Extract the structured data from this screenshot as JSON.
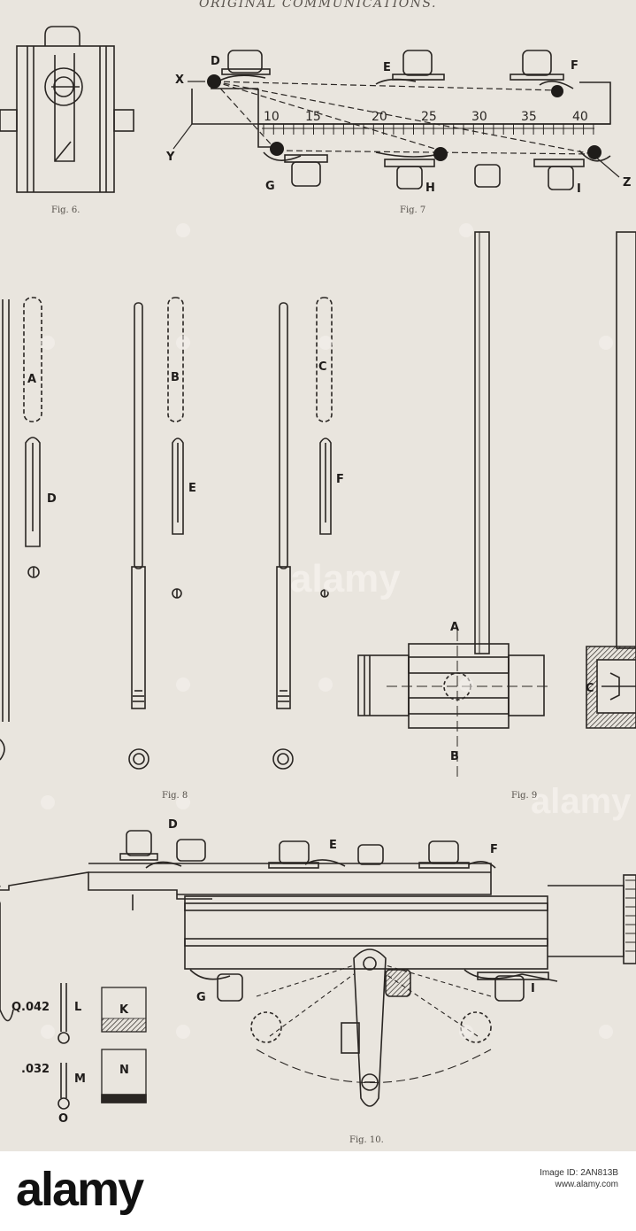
{
  "header": {
    "running_title": "ORIGINAL COMMUNICATIONS."
  },
  "captions": {
    "fig6": "Fig. 6.",
    "fig7": "Fig. 7",
    "fig8": "Fig. 8",
    "fig9": "Fig. 9",
    "fig10": "Fig. 10."
  },
  "labels": {
    "fig7": {
      "X": "X",
      "Y": "Y",
      "Z": "Z",
      "D": "D",
      "E": "E",
      "F": "F",
      "G": "G",
      "H": "H",
      "I": "I",
      "scale": [
        "10",
        "15",
        "20",
        "25",
        "30",
        "35",
        "40"
      ]
    },
    "fig8": {
      "A": "A",
      "B": "B",
      "C": "C",
      "D": "D",
      "E": "E",
      "F": "F"
    },
    "fig9": {
      "A": "A",
      "B": "B",
      "C": "C"
    },
    "fig10": {
      "D": "D",
      "E": "E",
      "F": "F",
      "G": "G",
      "I": "I",
      "Q": "Q",
      "L": "L",
      "K": "K",
      "M": "M",
      "N": "N",
      "O": "O",
      "gauge1": ".042",
      "gauge2": ".032"
    }
  },
  "watermark": {
    "brand": "alamy"
  },
  "footer": {
    "logo": "alamy",
    "image_id_line": "Image ID: 2AN813B",
    "site_line": "www.alamy.com"
  }
}
